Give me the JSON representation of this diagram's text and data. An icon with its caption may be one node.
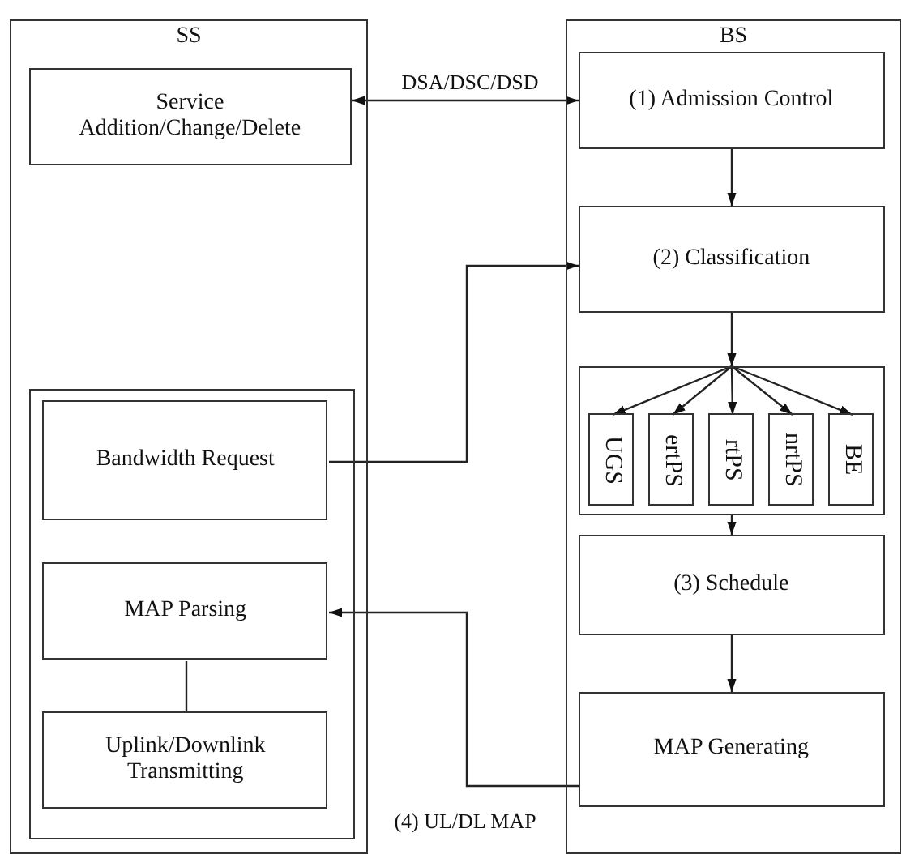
{
  "diagram": {
    "nodes": [
      {
        "text": [
          "SS"
        ]
      },
      {
        "text": [
          "Service Addition/Change/Delete"
        ],
        "in": 0
      },
      {
        "text": [],
        "shape": "box",
        "in": 0
      },
      {
        "text": [
          "Bandwidth Request"
        ],
        "in": 2
      },
      {
        "text": [
          "MAP Parsing"
        ],
        "in": 2
      },
      {
        "text": [
          "Uplink/Downlink Transmitting"
        ],
        "in": 2
      },
      {
        "text": [
          "BS"
        ]
      },
      {
        "text": [
          "(1) Admission Control"
        ],
        "in": 6
      },
      {
        "text": [
          "(2) Classification"
        ],
        "in": 6
      },
      {
        "text": [],
        "shape": "box",
        "in": 6
      },
      {
        "text": [
          "UGS"
        ],
        "in": 9
      },
      {
        "text": [
          "ertPS"
        ],
        "in": 9
      },
      {
        "text": [
          "rtPS"
        ],
        "in": 9
      },
      {
        "text": [
          "nrtPS"
        ],
        "in": 9
      },
      {
        "text": [
          "BE"
        ],
        "in": 9
      },
      {
        "text": [
          "(3) Schedule"
        ],
        "in": 6
      },
      {
        "text": [
          "MAP Generating"
        ],
        "in": 6
      }
    ],
    "edges": [
      {
        "from": 1,
        "to": 7,
        "arrow": "both",
        "label": "DSA/DSC/DSD"
      },
      {
        "from": 7,
        "to": 8,
        "arrow": "to"
      },
      {
        "from": 3,
        "to": 8,
        "arrow": "to"
      },
      {
        "from": 8,
        "to": 9,
        "arrow": "to"
      },
      {
        "from": 9,
        "to": 10,
        "arrow": "to"
      },
      {
        "from": 9,
        "to": 11,
        "arrow": "to"
      },
      {
        "from": 9,
        "to": 12,
        "arrow": "to"
      },
      {
        "from": 9,
        "to": 13,
        "arrow": "to"
      },
      {
        "from": 9,
        "to": 14,
        "arrow": "to"
      },
      {
        "from": 9,
        "to": 15,
        "arrow": "to"
      },
      {
        "from": 15,
        "to": 16,
        "arrow": "to"
      },
      {
        "from": 16,
        "to": 4,
        "arrow": "to",
        "label": "(4) UL/DL MAP"
      },
      {
        "from": 4,
        "to": 5,
        "arrow": "none"
      }
    ]
  }
}
